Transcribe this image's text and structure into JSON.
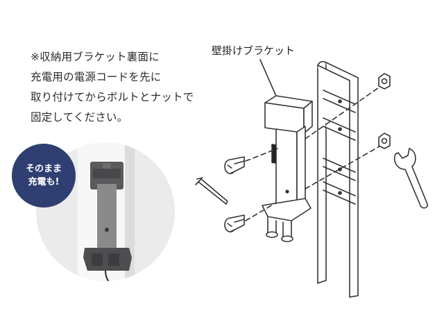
{
  "note": {
    "lines": [
      "※収納用ブラケット裏面に",
      "充電用の電源コードを先に",
      "取り付けてからボルトとナットで",
      "固定してください。"
    ]
  },
  "badge": {
    "line1": "そのまま",
    "line2": "充電も!"
  },
  "diagram": {
    "bracket_label": "壁掛けブラケット"
  },
  "colors": {
    "badge_bg": "#2f3f72",
    "line": "#333333",
    "photo_bg": "#ebebeb",
    "bracket_gray": "#5a5a5c"
  }
}
